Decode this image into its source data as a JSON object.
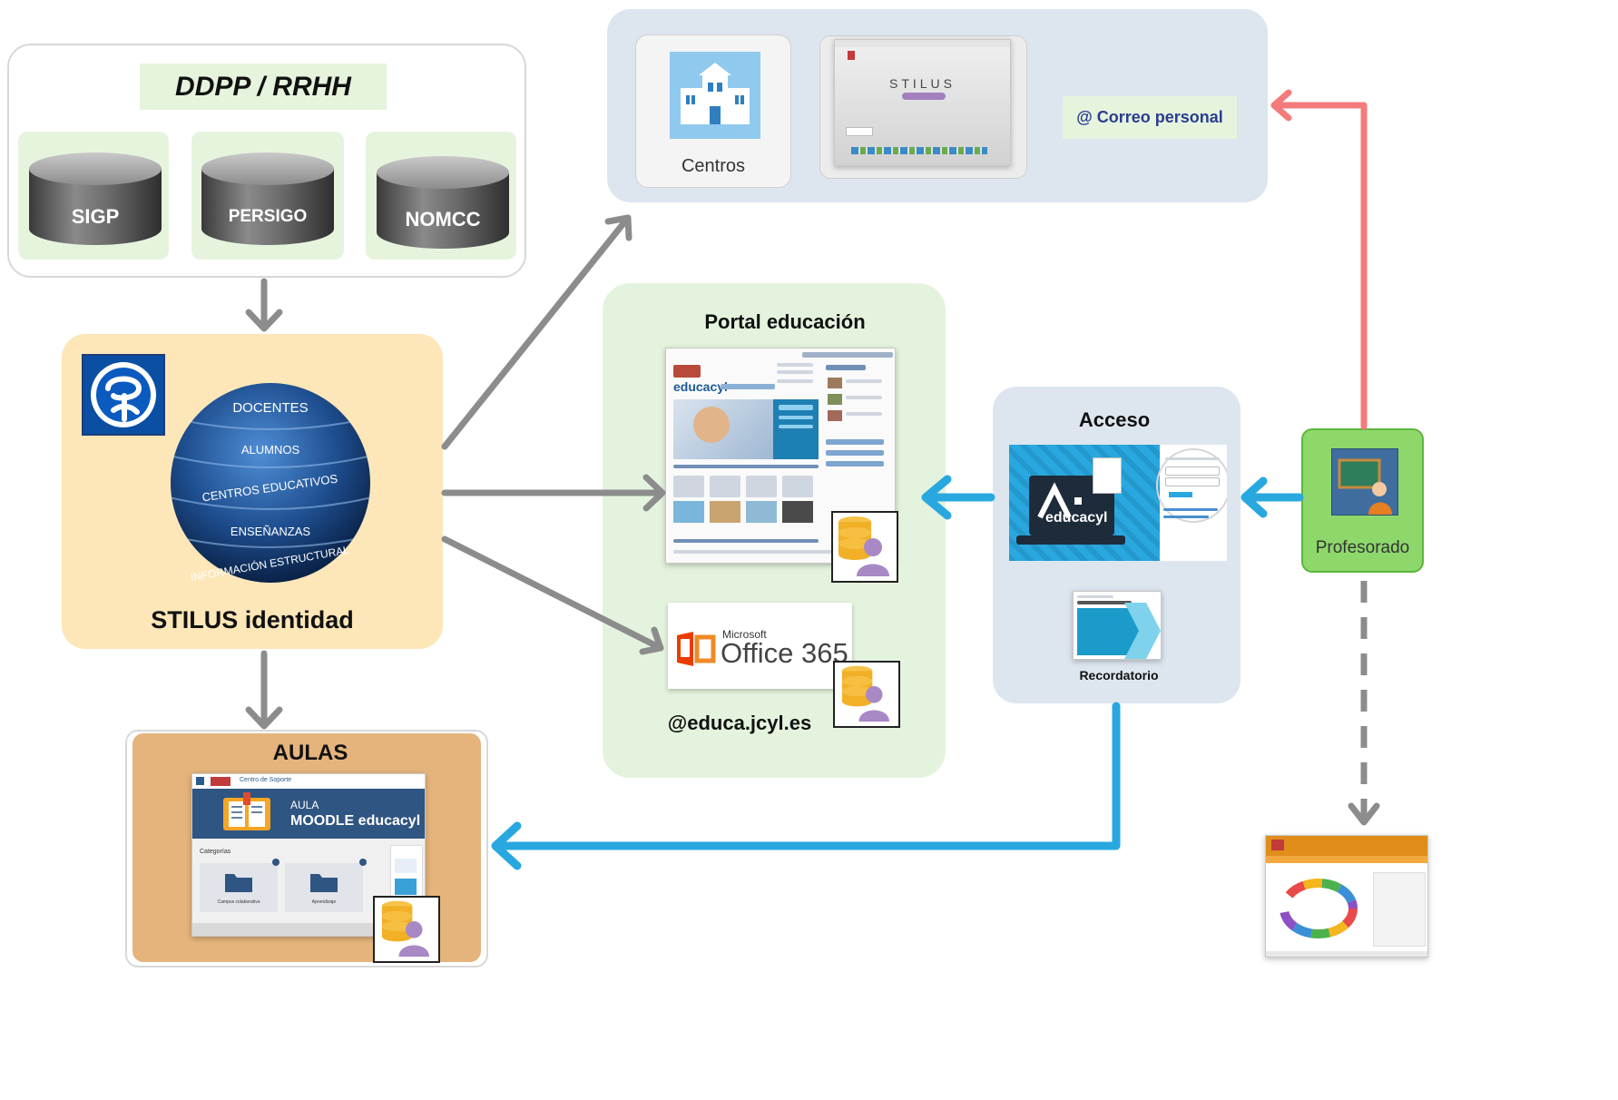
{
  "sources": {
    "title": "DDPP / RRHH",
    "databases": [
      "SIGP",
      "PERSIGO",
      "NOMCC"
    ]
  },
  "stilus": {
    "title": "STILUS identidad",
    "layers": [
      "DOCENTES",
      "ALUMNOS",
      "CENTROS EDUCATIVOS",
      "ENSEÑANZAS",
      "INFORMACIÓN ESTRUCTURAL"
    ]
  },
  "top_group": {
    "centros_label": "Centros",
    "stilus_screen_title": "STILUS",
    "correo_label": "@ Correo personal"
  },
  "portal": {
    "title": "Portal educación",
    "office_brand": "Microsoft",
    "office_product": "Office 365",
    "domain_label": "@educa.jcyl.es",
    "educacyl_text": "educacyl"
  },
  "acceso": {
    "title": "Acceso",
    "educacyl_logo": "educacyl",
    "reminder_label": "Recordatorio"
  },
  "profesorado": {
    "label": "Profesorado"
  },
  "aulas": {
    "title": "AULAS",
    "header_text": "Centro de Soporte",
    "aula_word": "AULA",
    "moodle_label": "MOODLE educacyl",
    "categories_label": "Categorías",
    "cat1": "Campus colaborativo",
    "cat2": "Aprendizaje"
  },
  "colors": {
    "gray_arrow": "#8c8c8c",
    "blue_arrow": "#29a8e0",
    "red_arrow": "#f47b7b",
    "stilus_bg": "#fde6b8",
    "aulas_bg": "#e5b47c",
    "portal_bg": "#e4f3de",
    "acceso_bg": "#dde6ef",
    "profesorado_bg": "#8ed86b"
  }
}
